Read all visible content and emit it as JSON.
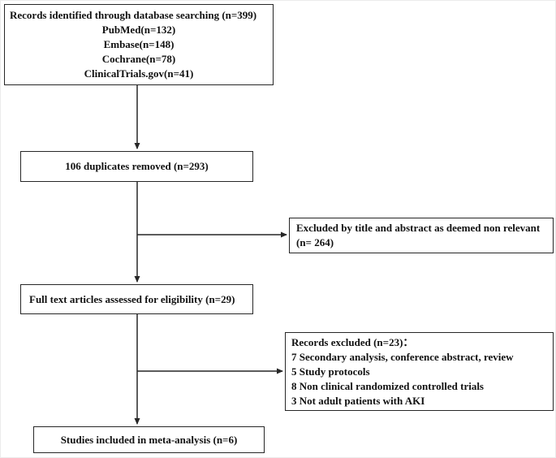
{
  "flowchart": {
    "identified": {
      "title": "Records identified through database searching (n=399)",
      "sources": [
        "PubMed(n=132)",
        "Embase(n=148)",
        "Cochrane(n=78)",
        "ClinicalTrials.gov(n=41)"
      ]
    },
    "duplicates_removed": {
      "label": "106 duplicates removed (n=293)"
    },
    "excluded_title_abstract": {
      "label": "Excluded by title and abstract as deemed non relevant (n= 264)"
    },
    "full_text_assessed": {
      "label": "Full text articles assessed for eligibility (n=29)"
    },
    "records_excluded": {
      "title": "Records excluded (n=23)：",
      "reasons": [
        "7 Secondary analysis, conference abstract, review",
        "5 Study protocols",
        "8 Non clinical randomized controlled trials",
        "3 Not adult patients with AKI"
      ]
    },
    "included": {
      "label": "Studies included in meta-analysis (n=6)"
    }
  },
  "style": {
    "line_color": "#272727"
  }
}
